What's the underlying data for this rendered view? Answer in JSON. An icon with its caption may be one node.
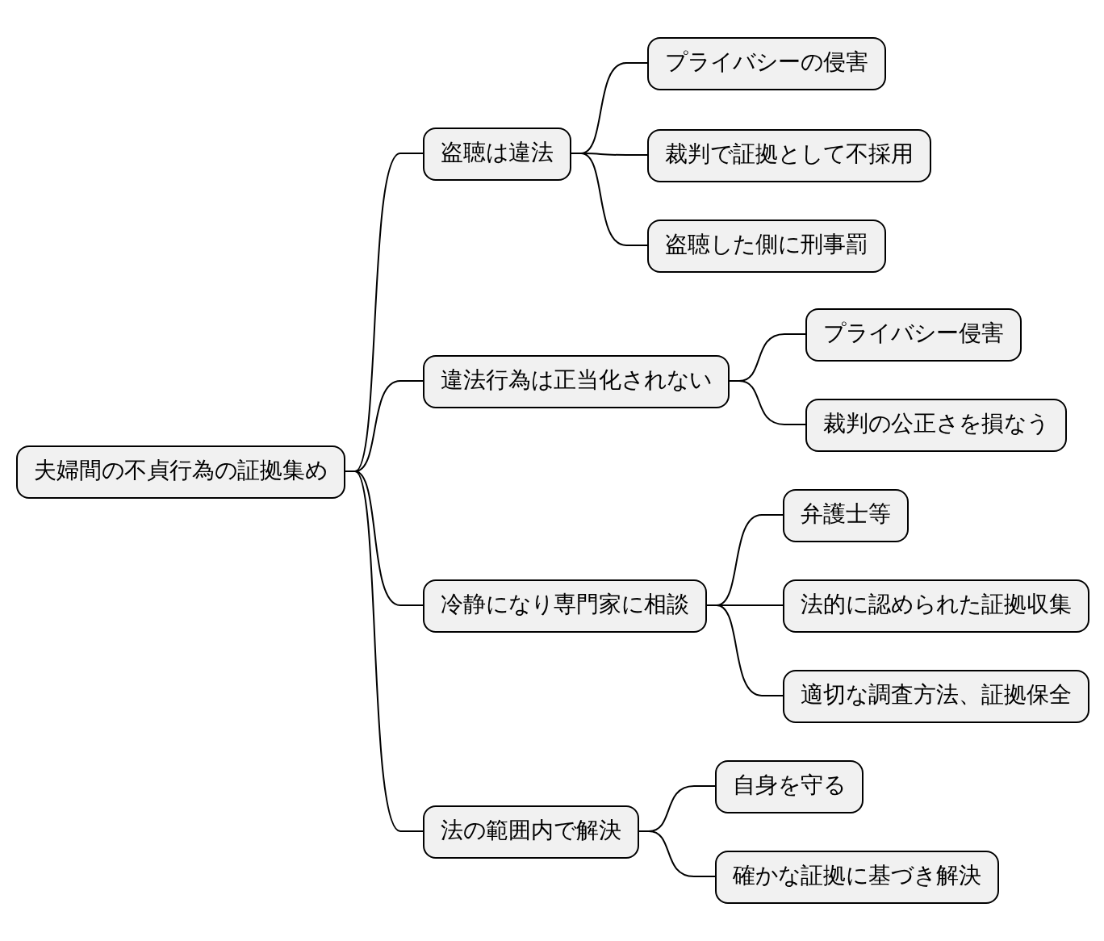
{
  "diagram": {
    "nodes": [
      {
        "text": [
          "夫婦間の不貞行為の証拠集め"
        ]
      },
      {
        "text": [
          "盗聴は違法"
        ]
      },
      {
        "text": [
          "プライバシーの侵害"
        ]
      },
      {
        "text": [
          "裁判で証拠として不採用"
        ]
      },
      {
        "text": [
          "盗聴した側に刑事罰"
        ]
      },
      {
        "text": [
          "違法行為は正当化されない"
        ]
      },
      {
        "text": [
          "プライバシー侵害"
        ]
      },
      {
        "text": [
          "裁判の公正さを損なう"
        ]
      },
      {
        "text": [
          "冷静になり専門家に相談"
        ]
      },
      {
        "text": [
          "弁護士等"
        ]
      },
      {
        "text": [
          "法的に認められた証拠収集"
        ]
      },
      {
        "text": [
          "適切な調査方法、証拠保全"
        ]
      },
      {
        "text": [
          "法の範囲内で解決"
        ]
      },
      {
        "text": [
          "自身を守る"
        ]
      },
      {
        "text": [
          "確かな証拠に基づき解決"
        ]
      }
    ],
    "edges": [
      {
        "from": 0,
        "to": 1,
        "arrow": "none"
      },
      {
        "from": 1,
        "to": 2,
        "arrow": "none"
      },
      {
        "from": 1,
        "to": 3,
        "arrow": "none"
      },
      {
        "from": 1,
        "to": 4,
        "arrow": "none"
      },
      {
        "from": 0,
        "to": 5,
        "arrow": "none"
      },
      {
        "from": 5,
        "to": 6,
        "arrow": "none"
      },
      {
        "from": 5,
        "to": 7,
        "arrow": "none"
      },
      {
        "from": 0,
        "to": 8,
        "arrow": "none"
      },
      {
        "from": 8,
        "to": 9,
        "arrow": "none"
      },
      {
        "from": 8,
        "to": 10,
        "arrow": "none"
      },
      {
        "from": 8,
        "to": 11,
        "arrow": "none"
      },
      {
        "from": 0,
        "to": 12,
        "arrow": "none"
      },
      {
        "from": 12,
        "to": 13,
        "arrow": "none"
      },
      {
        "from": 12,
        "to": 14,
        "arrow": "none"
      }
    ]
  }
}
